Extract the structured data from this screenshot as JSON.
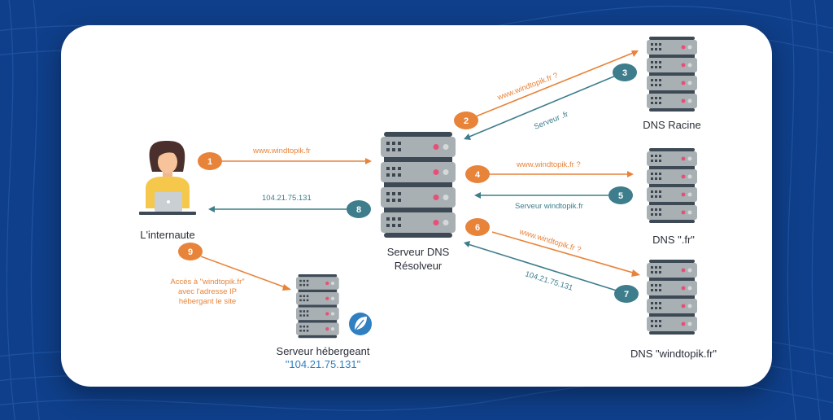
{
  "nodes": {
    "user": "L'internaute",
    "resolver_line1": "Serveur DNS",
    "resolver_line2": "Résolveur",
    "root": "DNS Racine",
    "tld": "DNS \".fr\"",
    "authoritative": "DNS \"windtopik.fr\"",
    "host_line1": "Serveur hébergeant",
    "host_line2": "\"104.21.75.131\""
  },
  "steps": [
    {
      "num": "1",
      "text": "www.windtopik.fr",
      "color": "#e8833a"
    },
    {
      "num": "2",
      "text": "www.windtopik.fr ?",
      "color": "#e8833a"
    },
    {
      "num": "3",
      "text": "Serveur .fr",
      "color": "#3d7d8c"
    },
    {
      "num": "4",
      "text": "www.windtopik.fr ?",
      "color": "#e8833a"
    },
    {
      "num": "5",
      "text": "Serveur windtopik.fr",
      "color": "#3d7d8c"
    },
    {
      "num": "6",
      "text": "www.windtopik.fr ?",
      "color": "#e8833a"
    },
    {
      "num": "7",
      "text": "104.21.75.131",
      "color": "#3d7d8c"
    },
    {
      "num": "8",
      "text": "104.21.75.131",
      "color": "#3d7d8c"
    },
    {
      "num": "9",
      "text_lines": [
        "Accès à \"windtopik.fr\"",
        "avec l'adresse IP",
        "hébergant le site"
      ],
      "color": "#e8833a"
    }
  ],
  "icons": {
    "user": "person-at-laptop-icon",
    "server": "server-rack-icon",
    "host_logo": "leaf-logo-icon"
  },
  "colors": {
    "background": "#0f3f8a",
    "orange": "#e8833a",
    "teal": "#3d7d8c",
    "ip_blue": "#2f7fc1"
  }
}
